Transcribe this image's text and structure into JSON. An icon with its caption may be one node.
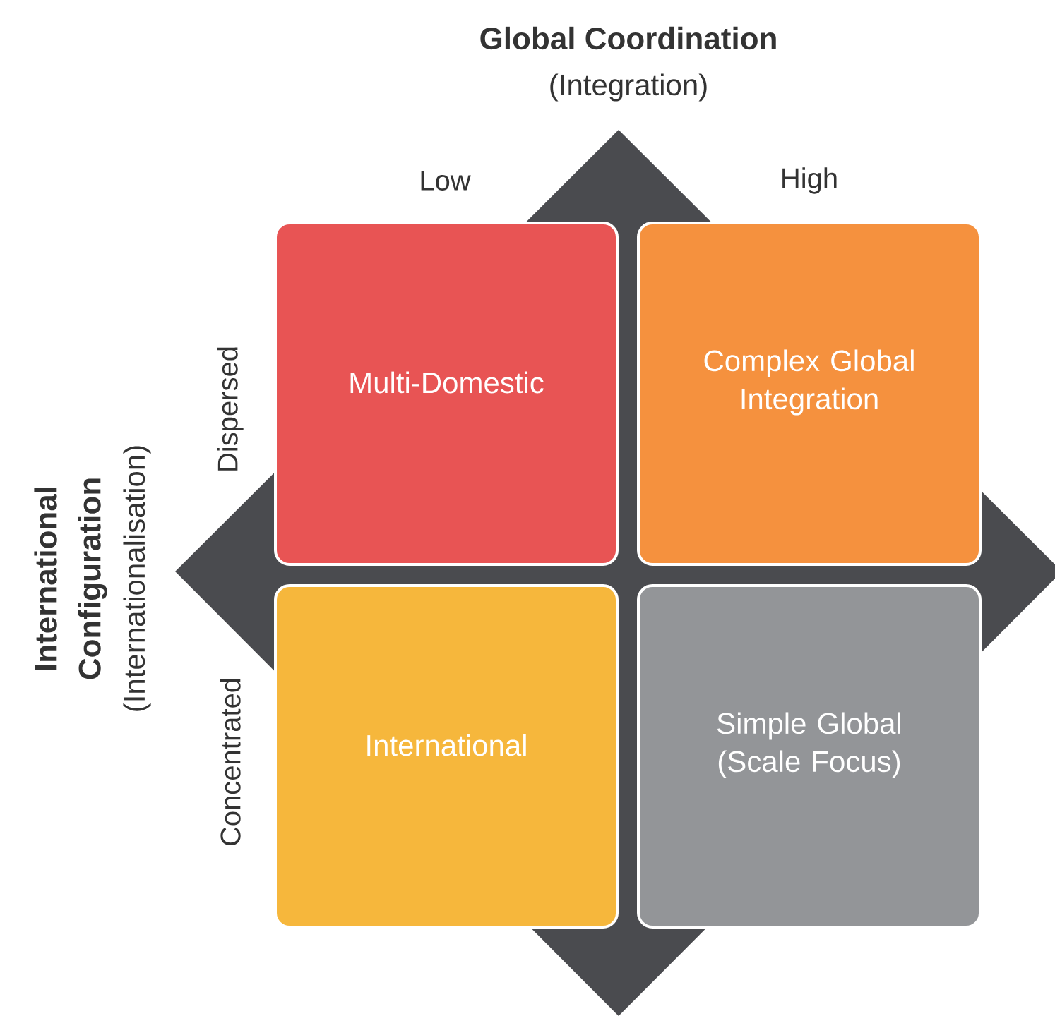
{
  "diagram": {
    "title": "Global Coordination",
    "nodes": [
      {
        "text": [
          "Multi-Domestic"
        ]
      },
      {
        "text": [
          "Complex Global Integration"
        ]
      },
      {
        "text": [
          "International"
        ]
      },
      {
        "text": [
          "Simple Global (Scale Focus)"
        ]
      }
    ],
    "labels": [
      "(Integration)",
      "Low",
      "High",
      "International Configuration",
      "(Internationalisation)",
      "Dispersed",
      "Concentrated"
    ]
  }
}
